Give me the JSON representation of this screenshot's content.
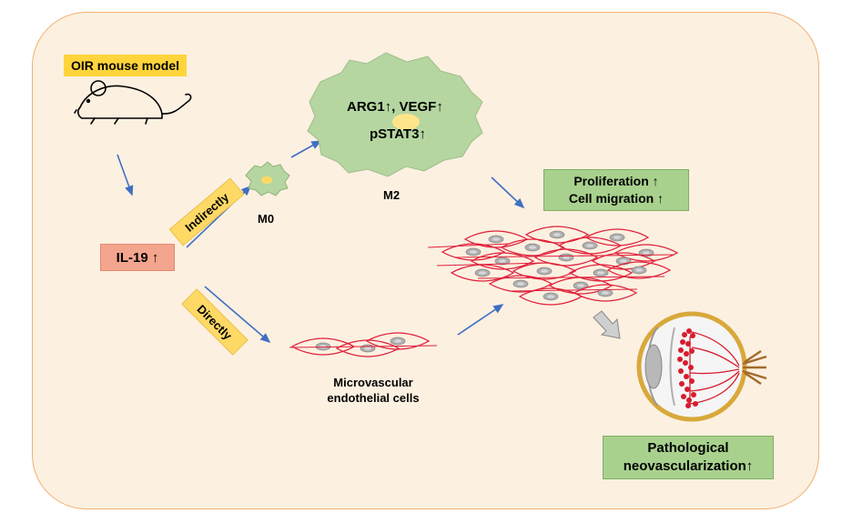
{
  "labels": {
    "oir_model": "OIR mouse model",
    "il19": "IL-19 ↑",
    "indirectly": "Indirectly",
    "directly": "Directly",
    "m0": "M0",
    "m2": "M2",
    "m2_markers_line1": "ARG1↑, VEGF↑",
    "m2_markers_line2": "pSTAT3↑",
    "proliferation": "Proliferation ↑",
    "cell_migration": "Cell migration ↑",
    "mec_line1": "Microvascular",
    "mec_line2": "endothelial cells",
    "patho_line1": "Pathological",
    "patho_line2": "neovascularization↑"
  },
  "colors": {
    "panel_bg": "#fcf0e1",
    "panel_border": "#f2b070",
    "highlight_yellow": "#ffd43b",
    "tag_yellow": "#ffd966",
    "il19_salmon": "#f4a58e",
    "green_box": "#a9d18e",
    "macrophage_green": "#b5d6a0",
    "vessel_red": "#e0203a",
    "arrow_blue": "#3f6fc4"
  },
  "icons": [
    "mouse-icon",
    "m0-macrophage-icon",
    "m2-macrophage-icon",
    "endothelial-cell-icon",
    "eye-icon"
  ]
}
